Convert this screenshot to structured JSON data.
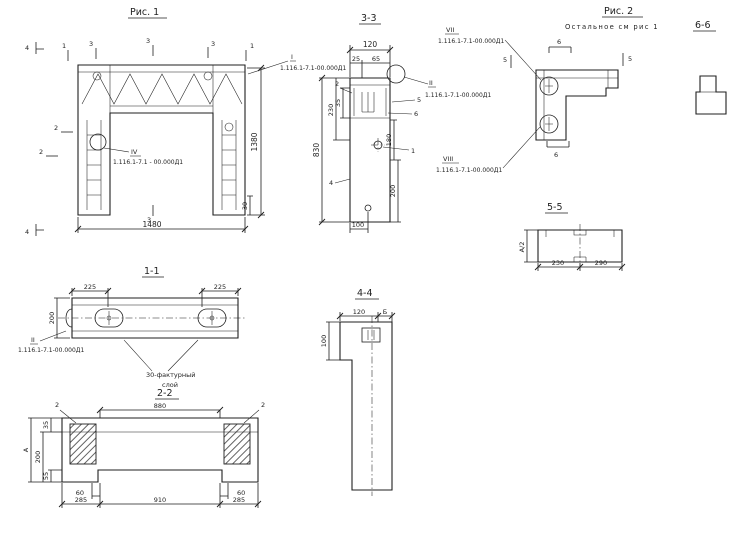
{
  "fig1": {
    "title": "Рис. 1",
    "dim_1480": "1480",
    "dim_1380": "1380",
    "dim_30": "30",
    "cut_1": "1",
    "cut_2": "2",
    "cut_3": "3",
    "cut_4": "4",
    "callout_i": "I",
    "callout_i_doc": "1.116.1-7.1-00.000Д1",
    "callout_iv": "IV",
    "callout_iv_doc": "1.116.1-7.1 - 00.000Д1"
  },
  "sec33": {
    "title": "3-3",
    "dim_120": "120",
    "dim_25": "25",
    "dim_65": "65",
    "dim_35": "35",
    "dim_230": "230",
    "dim_830": "830",
    "dim_180": "180",
    "dim_200": "200",
    "dim_100": "100",
    "ref_1": "1",
    "ref_2": "2",
    "ref_4": "4",
    "ref_5": "5",
    "ref_6": "6",
    "callout_ii": "II",
    "callout_ii_doc": "1.116.1-7.1-00.000Д1"
  },
  "fig2": {
    "title": "Рис. 2",
    "subtitle": "Остальное см рис 1",
    "cut_5": "5",
    "cut_6": "6",
    "callout_vii": "VII",
    "callout_vii_doc": "1.116.1-7.1-00.000Д1",
    "callout_viii": "VIII",
    "callout_viii_doc": "1.116.1-7.1-00.000Д1"
  },
  "sec66": {
    "title": "6-6"
  },
  "sec55": {
    "title": "5-5",
    "dim_a2": "А/2",
    "dim_230": "230",
    "dim_290": "290"
  },
  "sec11": {
    "title": "1-1",
    "dim_225_left": "225",
    "dim_225_right": "225",
    "dim_200": "200",
    "callout_ii": "II",
    "callout_ii_doc": "1.116.1-7.1-00.000Д1",
    "note_line1": "30-фактурный",
    "note_line2": "слой"
  },
  "sec22": {
    "title": "2-2",
    "dim_880": "880",
    "ref_2": "2",
    "dim_35": "35",
    "dim_200": "200",
    "dim_a": "А",
    "dim_55": "55",
    "dim_60": "60",
    "dim_285": "285",
    "dim_910": "910"
  },
  "sec44": {
    "title": "4-4",
    "dim_120": "120",
    "dim_b": "Б",
    "dim_100": "100"
  }
}
